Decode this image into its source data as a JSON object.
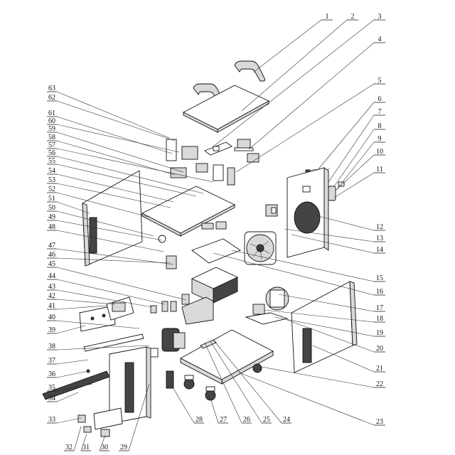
{
  "callout_labels": [
    "1",
    "2",
    "3",
    "4",
    "5",
    "6",
    "7",
    "8",
    "9",
    "10",
    "11",
    "12",
    "13",
    "14",
    "15",
    "16",
    "17",
    "18",
    "19",
    "20",
    "21",
    "22",
    "23",
    "24",
    "25",
    "26",
    "27",
    "28",
    "29",
    "30",
    "31",
    "32",
    "33",
    "34",
    "35",
    "36",
    "37",
    "38",
    "39",
    "40",
    "41",
    "42",
    "43",
    "44",
    "45",
    "46",
    "47",
    "48",
    "49",
    "50",
    "51",
    "52",
    "53",
    "54",
    "55",
    "56",
    "57",
    "58",
    "59",
    "60",
    "61",
    "62",
    "63"
  ]
}
